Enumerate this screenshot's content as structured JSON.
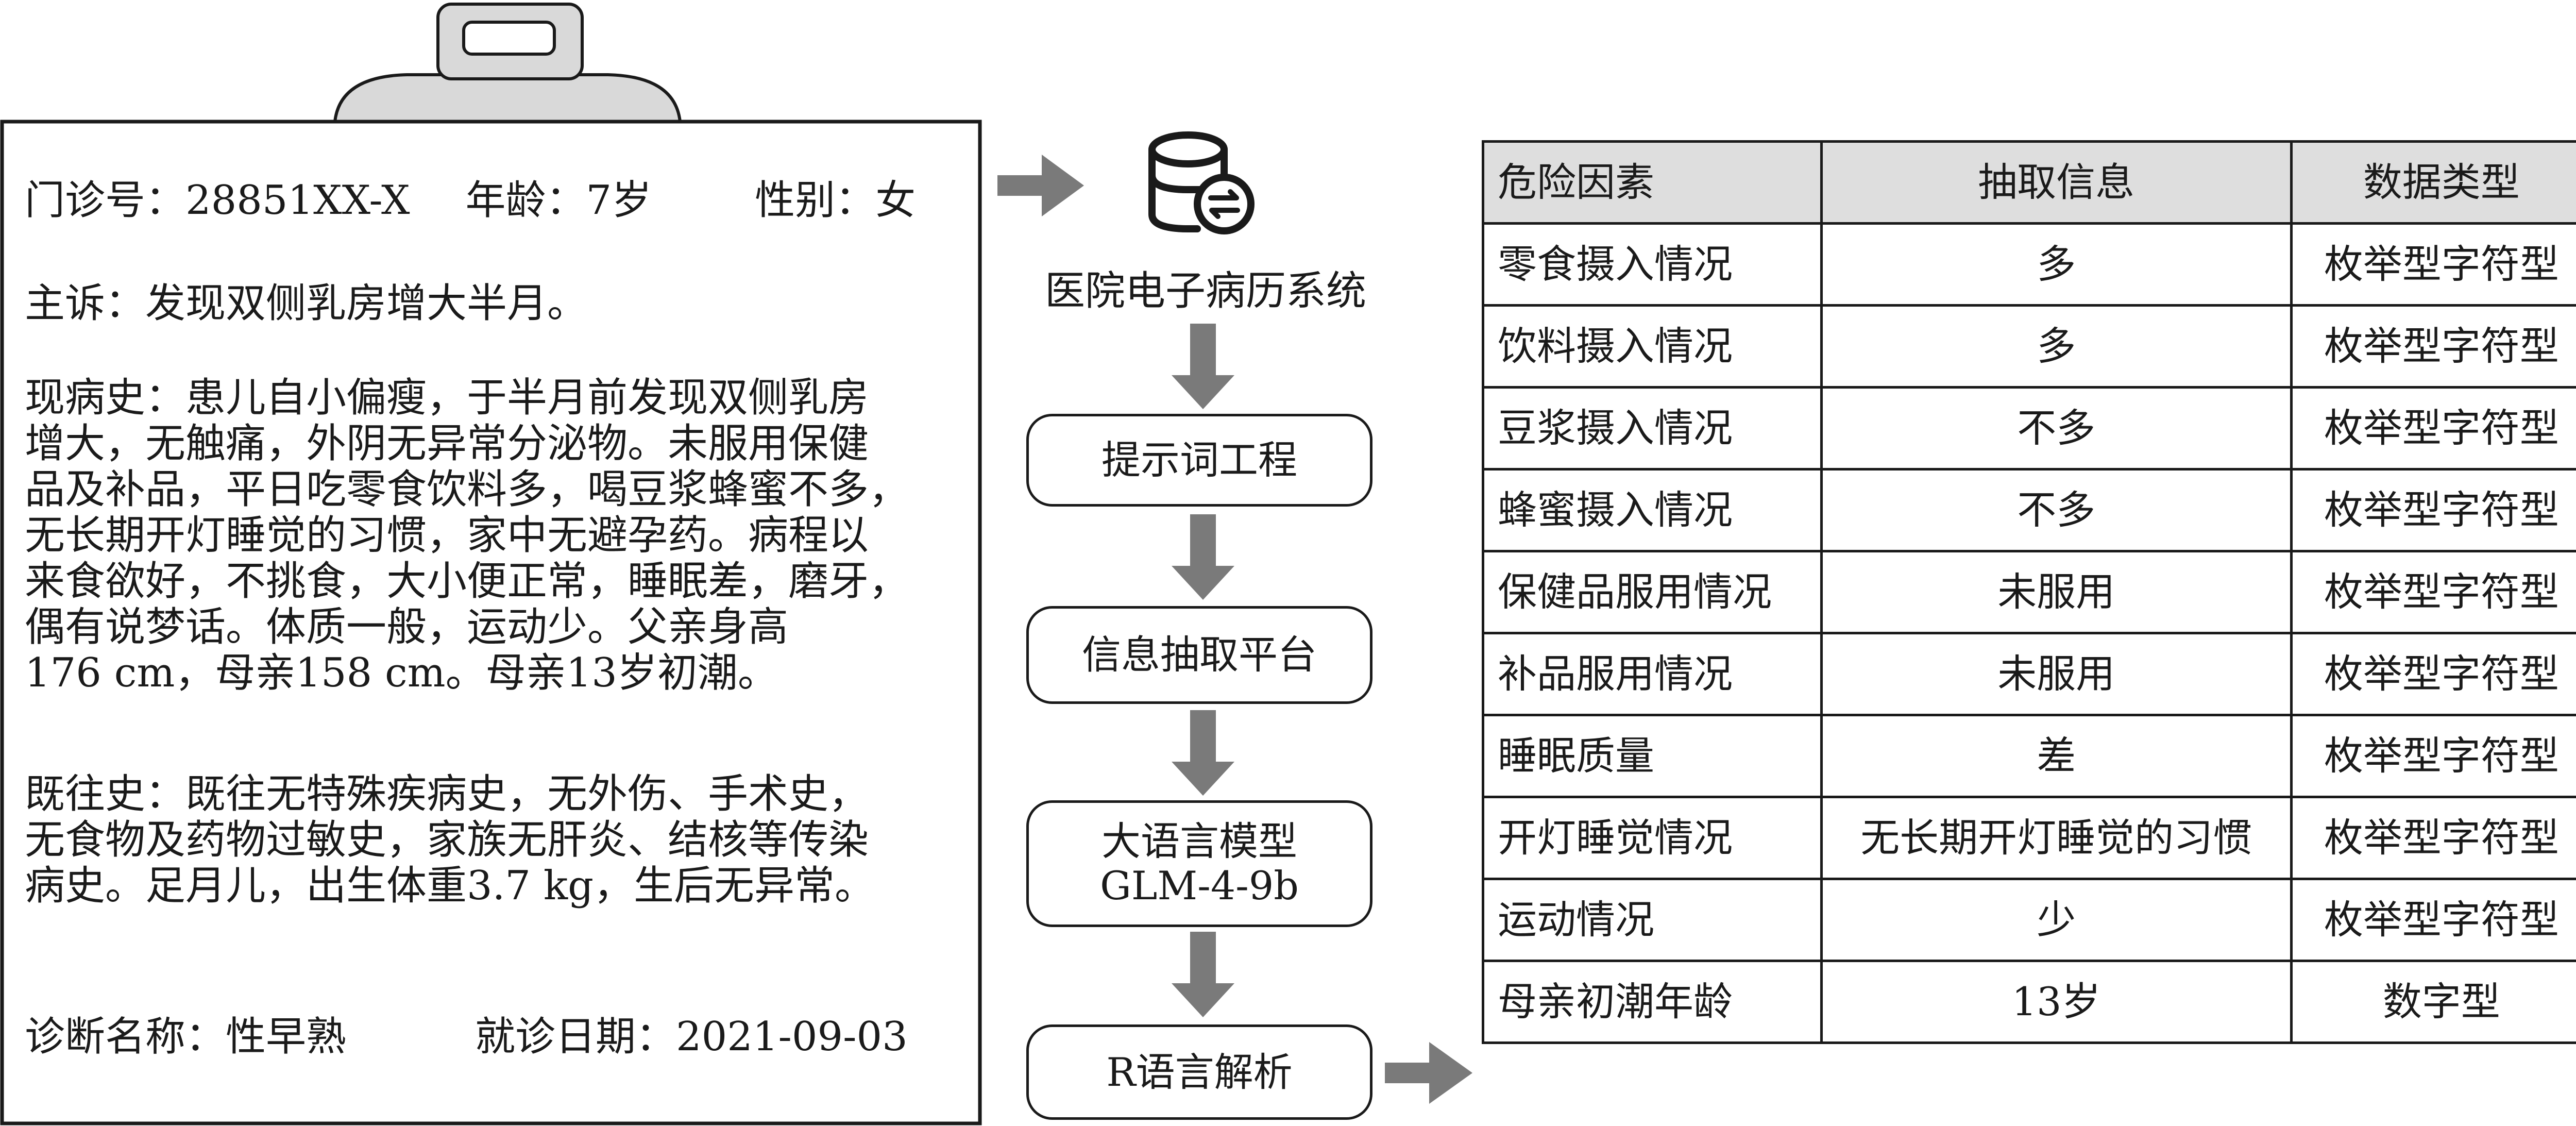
{
  "record": {
    "header": {
      "outpatient": "门诊号：28851XX-X",
      "age": "年龄：7岁",
      "sex": "性别：女"
    },
    "complaint": "主诉：发现双侧乳房增大半月。",
    "history_present_lines": [
      "现病史：患儿自小偏瘦，于半月前发现双侧乳房",
      "增大，无触痛，外阴无异常分泌物。未服用保健",
      "品及补品，平日吃零食饮料多，喝豆浆蜂蜜不多，",
      "无长期开灯睡觉的习惯，家中无避孕药。病程以",
      "来食欲好，不挑食，大小便正常，睡眠差，磨牙，",
      "偶有说梦话。体质一般，运动少。父亲身高",
      "176 cm，母亲158 cm。母亲13岁初潮。"
    ],
    "history_past_lines": [
      "既往史：既往无特殊疾病史，无外伤、手术史，",
      "无食物及药物过敏史，家族无肝炎、结核等传染",
      "病史。足月儿，出生体重3.7 kg，生后无异常。"
    ],
    "footer": {
      "diagnosis": "诊断名称：性早熟",
      "visit_date": "就诊日期：2021-09-03"
    }
  },
  "pipeline": {
    "database_label": "医院电子病历系统",
    "steps": [
      {
        "lines": [
          "提示词工程"
        ]
      },
      {
        "lines": [
          "信息抽取平台"
        ]
      },
      {
        "lines": [
          "大语言模型",
          "GLM-4-9b"
        ]
      },
      {
        "lines": [
          "R语言解析"
        ]
      }
    ]
  },
  "table": {
    "headers": [
      "危险因素",
      "抽取信息",
      "数据类型"
    ],
    "rows": [
      [
        "零食摄入情况",
        "多",
        "枚举型字符型"
      ],
      [
        "饮料摄入情况",
        "多",
        "枚举型字符型"
      ],
      [
        "豆浆摄入情况",
        "不多",
        "枚举型字符型"
      ],
      [
        "蜂蜜摄入情况",
        "不多",
        "枚举型字符型"
      ],
      [
        "保健品服用情况",
        "未服用",
        "枚举型字符型"
      ],
      [
        "补品服用情况",
        "未服用",
        "枚举型字符型"
      ],
      [
        "睡眠质量",
        "差",
        "枚举型字符型"
      ],
      [
        "开灯睡觉情况",
        "无长期开灯睡觉的习惯",
        "枚举型字符型"
      ],
      [
        "运动情况",
        "少",
        "枚举型字符型"
      ],
      [
        "母亲初潮年龄",
        "13岁",
        "数字型"
      ]
    ]
  },
  "colors": {
    "arrow": "#7a7a7a",
    "clip": "#d9d9d9",
    "table_header": "#dedede",
    "stroke": "#1a1a1a"
  }
}
